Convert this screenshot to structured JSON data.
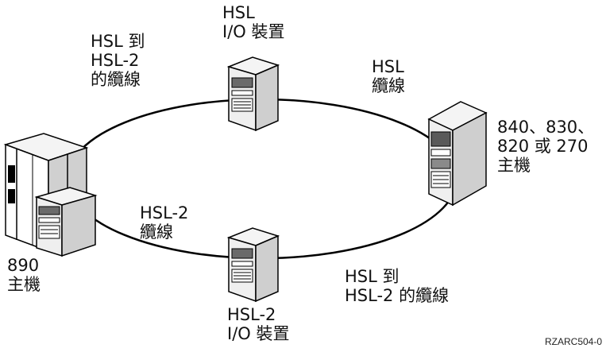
{
  "labels": {
    "hsl_to_hsl2_cable_top": [
      "HSL 到",
      "HSL-2",
      "的纜線"
    ],
    "hsl_io_device": [
      "HSL",
      "I/O 裝置"
    ],
    "hsl_cable": [
      "HSL",
      "纜線"
    ],
    "system_840": [
      "840、830、",
      "820 或 270",
      "主機"
    ],
    "system_890": [
      "890",
      "主機"
    ],
    "hsl2_cable": [
      "HSL-2",
      "纜線"
    ],
    "hsl_to_hsl2_cable_bottom": [
      "HSL 到",
      "HSL-2 的纜線"
    ],
    "hsl2_io_device": [
      "HSL-2",
      "I/O 裝置"
    ]
  },
  "figure_id": "RZARC504-0",
  "colors": {
    "line": "#000000",
    "unit_light": "#f2f2f2",
    "unit_shade": "#c8c8c8",
    "unit_dark": "#5a5a5a"
  }
}
